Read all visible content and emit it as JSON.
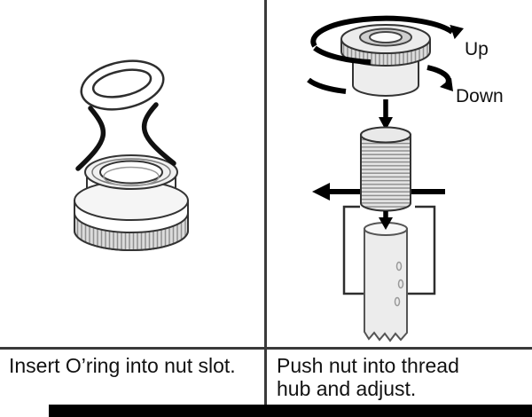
{
  "left_panel": {
    "caption": "Insert O’ring into nut slot."
  },
  "right_panel": {
    "caption": "Push nut into thread hub and adjust.",
    "label_up": "Up",
    "label_down": "Down"
  },
  "colors": {
    "line": "#2e2e2e",
    "footer_bar": "#000000",
    "background": "#ffffff"
  }
}
